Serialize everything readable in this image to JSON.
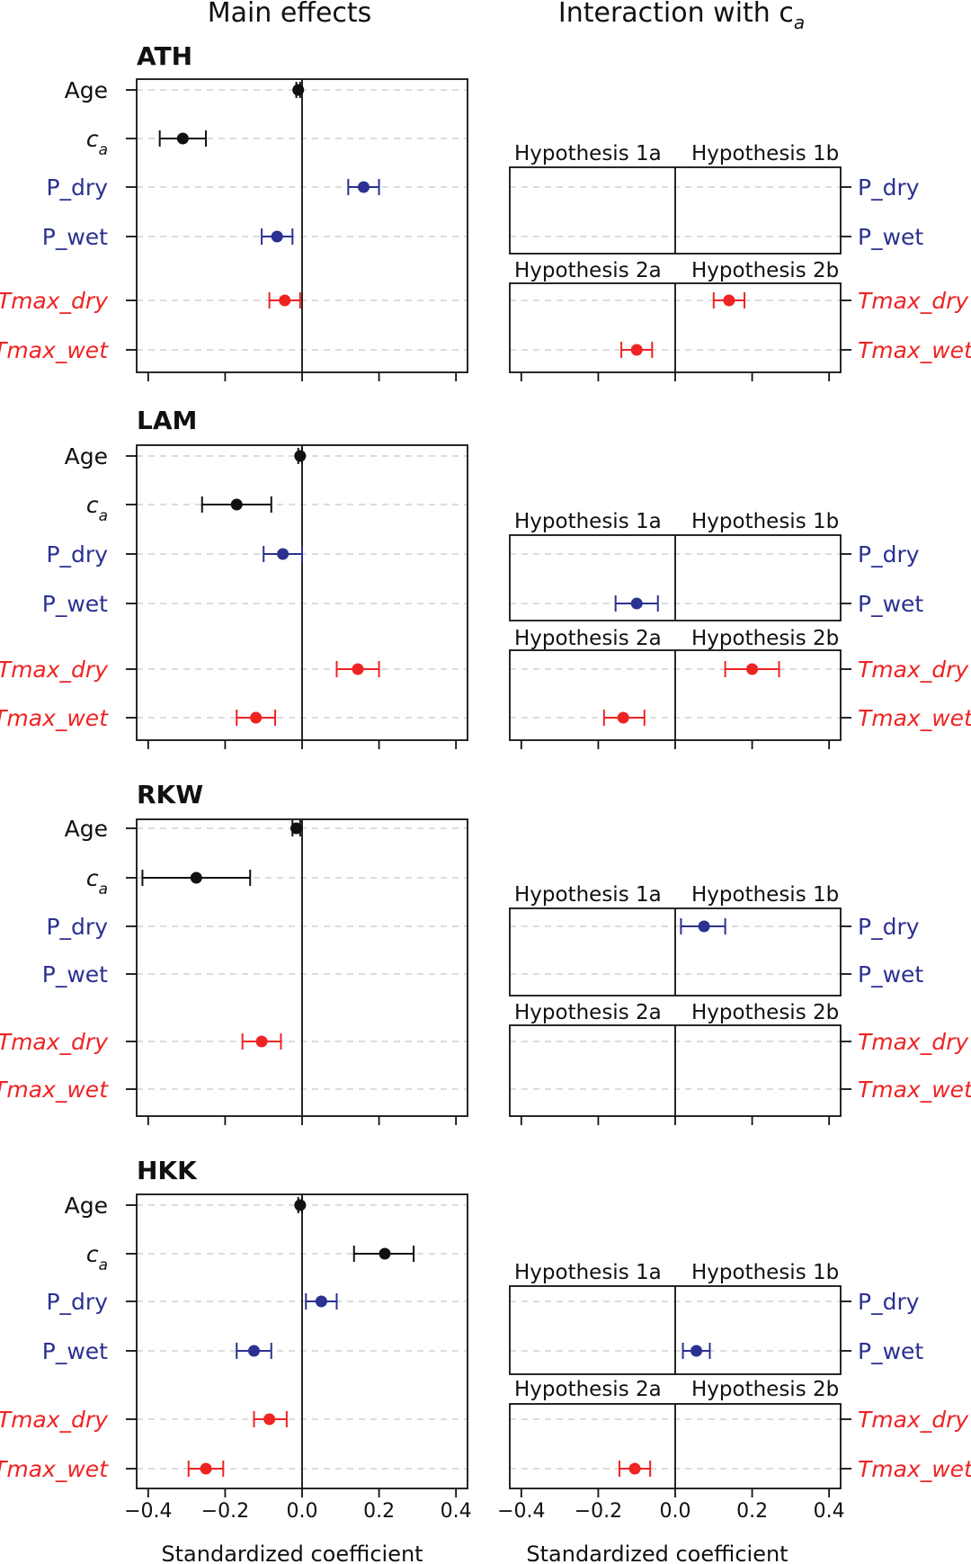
{
  "figure": {
    "left_column_title": "Main effects",
    "right_column_title": "Interaction with c",
    "right_column_title_sub": "a",
    "xlabel": "Standardized coefficient"
  },
  "colors": {
    "black": "#111111",
    "blue": "#2a3190",
    "red": "#ee2424",
    "grid": "#c8c8c8"
  },
  "chart_data": {
    "type": "scatter",
    "xlim": [
      -0.43,
      0.43
    ],
    "xticks": [
      "−0.4",
      "−0.2",
      "0.0",
      "0.2",
      "0.4"
    ],
    "xtick_values": [
      -0.4,
      -0.2,
      0.0,
      0.2,
      0.4
    ],
    "grid": true,
    "variables": [
      {
        "key": "Age",
        "label": "Age",
        "italic": false,
        "color": "black"
      },
      {
        "key": "ca",
        "label": "c",
        "sub": "a",
        "italic": true,
        "color": "black"
      },
      {
        "key": "P_dry",
        "label": "P_dry",
        "italic": false,
        "color": "blue"
      },
      {
        "key": "P_wet",
        "label": "P_wet",
        "italic": false,
        "color": "blue"
      },
      {
        "key": "Tmax_dry",
        "label": "Tmax_dry",
        "italic": true,
        "color": "red"
      },
      {
        "key": "Tmax_wet",
        "label": "Tmax_wet",
        "italic": true,
        "color": "red"
      }
    ],
    "hypothesis_labels": {
      "h1a": "Hypothesis 1a",
      "h1b": "Hypothesis 1b",
      "h2a": "Hypothesis 2a",
      "h2b": "Hypothesis 2b"
    },
    "interaction_variables": [
      {
        "key": "P_dry",
        "label": "P_dry",
        "italic": false,
        "color": "blue"
      },
      {
        "key": "P_wet",
        "label": "P_wet",
        "italic": false,
        "color": "blue"
      },
      {
        "key": "Tmax_dry",
        "label": "Tmax_dry",
        "italic": true,
        "color": "red"
      },
      {
        "key": "Tmax_wet",
        "label": "Tmax_wet",
        "italic": true,
        "color": "red"
      }
    ],
    "sites": [
      {
        "name": "ATH",
        "main": [
          {
            "var": "Age",
            "est": -0.01,
            "lo": -0.015,
            "hi": -0.005
          },
          {
            "var": "ca",
            "est": -0.31,
            "lo": -0.37,
            "hi": -0.25
          },
          {
            "var": "P_dry",
            "est": 0.16,
            "lo": 0.12,
            "hi": 0.2
          },
          {
            "var": "P_wet",
            "est": -0.065,
            "lo": -0.105,
            "hi": -0.025
          },
          {
            "var": "Tmax_dry",
            "est": -0.045,
            "lo": -0.085,
            "hi": -0.005
          },
          {
            "var": "Tmax_wet",
            "est": null
          }
        ],
        "interaction": [
          {
            "var": "Tmax_dry",
            "est": 0.14,
            "lo": 0.1,
            "hi": 0.18
          },
          {
            "var": "Tmax_wet",
            "est": -0.1,
            "lo": -0.14,
            "hi": -0.06
          }
        ]
      },
      {
        "name": "LAM",
        "main": [
          {
            "var": "Age",
            "est": -0.005,
            "lo": -0.01,
            "hi": 0.0
          },
          {
            "var": "ca",
            "est": -0.17,
            "lo": -0.26,
            "hi": -0.08
          },
          {
            "var": "P_dry",
            "est": -0.05,
            "lo": -0.1,
            "hi": 0.0
          },
          {
            "var": "P_wet",
            "est": null
          },
          {
            "var": "Tmax_dry",
            "est": 0.145,
            "lo": 0.09,
            "hi": 0.2
          },
          {
            "var": "Tmax_wet",
            "est": -0.12,
            "lo": -0.17,
            "hi": -0.07
          }
        ],
        "interaction": [
          {
            "var": "P_wet",
            "est": -0.1,
            "lo": -0.155,
            "hi": -0.045
          },
          {
            "var": "Tmax_dry",
            "est": 0.2,
            "lo": 0.13,
            "hi": 0.27
          },
          {
            "var": "Tmax_wet",
            "est": -0.135,
            "lo": -0.185,
            "hi": -0.08
          }
        ]
      },
      {
        "name": "RKW",
        "main": [
          {
            "var": "Age",
            "est": -0.015,
            "lo": -0.025,
            "hi": -0.005
          },
          {
            "var": "ca",
            "est": -0.275,
            "lo": -0.415,
            "hi": -0.135
          },
          {
            "var": "P_dry",
            "est": null
          },
          {
            "var": "P_wet",
            "est": null
          },
          {
            "var": "Tmax_dry",
            "est": -0.105,
            "lo": -0.155,
            "hi": -0.055
          },
          {
            "var": "Tmax_wet",
            "est": null
          }
        ],
        "interaction": [
          {
            "var": "P_dry",
            "est": 0.075,
            "lo": 0.015,
            "hi": 0.13
          }
        ]
      },
      {
        "name": "HKK",
        "main": [
          {
            "var": "Age",
            "est": -0.005,
            "lo": -0.01,
            "hi": 0.0
          },
          {
            "var": "ca",
            "est": 0.215,
            "lo": 0.135,
            "hi": 0.29
          },
          {
            "var": "P_dry",
            "est": 0.05,
            "lo": 0.01,
            "hi": 0.09
          },
          {
            "var": "P_wet",
            "est": -0.125,
            "lo": -0.17,
            "hi": -0.08
          },
          {
            "var": "Tmax_dry",
            "est": -0.085,
            "lo": -0.125,
            "hi": -0.04
          },
          {
            "var": "Tmax_wet",
            "est": -0.25,
            "lo": -0.295,
            "hi": -0.205
          }
        ],
        "interaction": [
          {
            "var": "P_wet",
            "est": 0.055,
            "lo": 0.02,
            "hi": 0.09
          },
          {
            "var": "Tmax_wet",
            "est": -0.105,
            "lo": -0.145,
            "hi": -0.065
          }
        ]
      }
    ]
  }
}
